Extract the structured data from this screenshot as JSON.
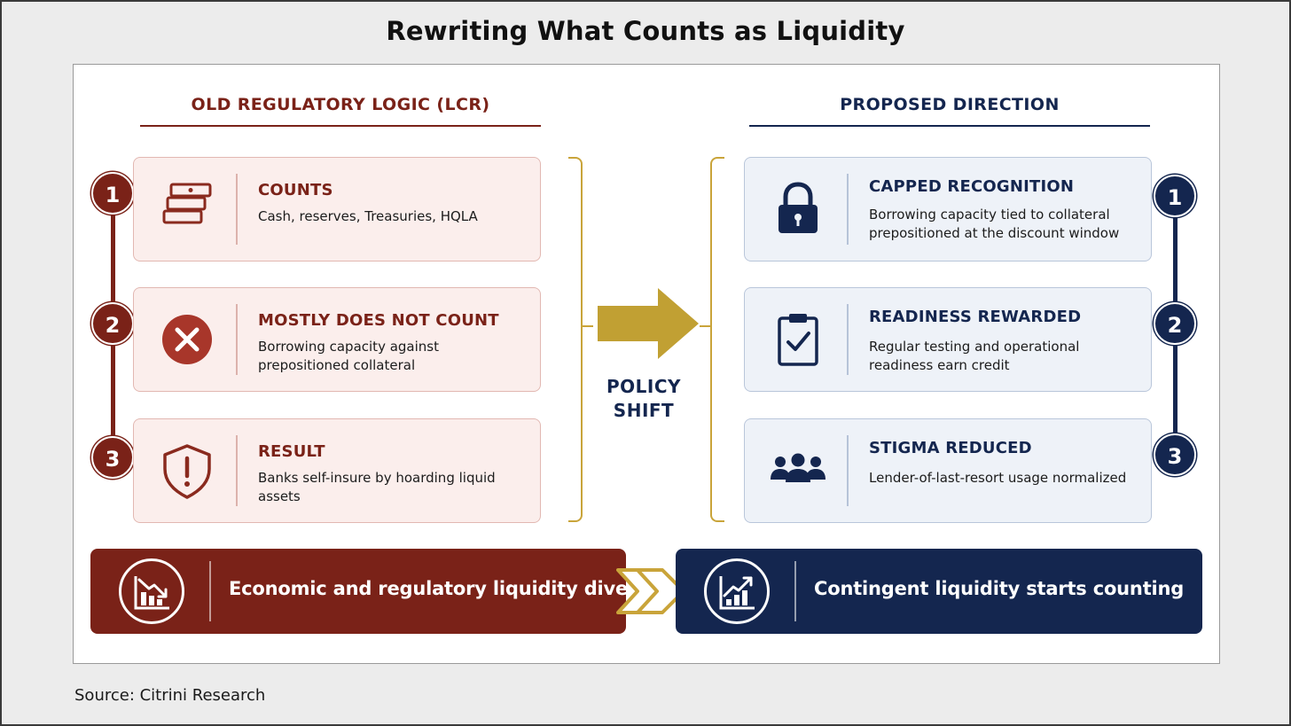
{
  "title": "Rewriting What Counts as Liquidity",
  "left_column": {
    "heading": "OLD REGULATORY LOGIC (LCR)",
    "items": [
      {
        "number": "1",
        "title": "COUNTS",
        "description": "Cash, reserves, Treasuries, HQLA",
        "icon": "stacked-cash-icon"
      },
      {
        "number": "2",
        "title": "MOSTLY DOES NOT COUNT",
        "description": "Borrowing capacity against prepositioned collateral",
        "icon": "x-circle-icon"
      },
      {
        "number": "3",
        "title": "RESULT",
        "description": "Banks self-insure by hoarding liquid assets",
        "icon": "shield-alert-icon"
      }
    ]
  },
  "center": {
    "label_line1": "POLICY",
    "label_line2": "SHIFT"
  },
  "right_column": {
    "heading": "PROPOSED DIRECTION",
    "items": [
      {
        "number": "1",
        "title": "CAPPED RECOGNITION",
        "description": "Borrowing capacity tied to collateral prepositioned at the discount window",
        "icon": "lock-icon"
      },
      {
        "number": "2",
        "title": "READINESS REWARDED",
        "description": "Regular testing and operational readiness earn credit",
        "icon": "clipboard-check-icon"
      },
      {
        "number": "3",
        "title": "STIGMA REDUCED",
        "description": "Lender-of-last-resort usage normalized",
        "icon": "people-group-icon"
      }
    ]
  },
  "banners": {
    "left": {
      "text": "Economic and regulatory liquidity diverge",
      "icon": "chart-down-icon"
    },
    "right": {
      "text": "Contingent liquidity starts counting",
      "icon": "chart-up-icon"
    }
  },
  "source": "Source: Citrini Research",
  "colors": {
    "red": "#7a2218",
    "navy": "#14264f",
    "gold": "#c9a43a"
  }
}
